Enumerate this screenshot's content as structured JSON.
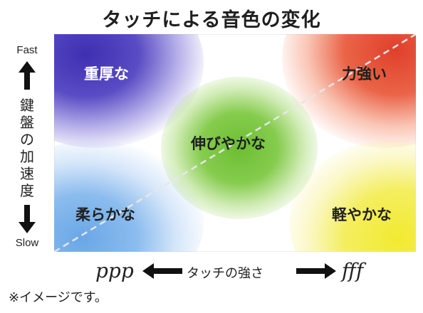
{
  "title": "タッチによる音色の変化",
  "y_axis": {
    "top_label": "Fast",
    "bottom_label": "Slow",
    "title_chars": [
      "鍵",
      "盤",
      "の",
      "加",
      "速",
      "度"
    ]
  },
  "x_axis": {
    "left_label": "ppp",
    "title": "タッチの強さ",
    "right_label": "fff"
  },
  "regions": [
    {
      "id": "heavy",
      "label": "重厚な",
      "color": "#3d2fb0"
    },
    {
      "id": "strong",
      "label": "力強い",
      "color": "#e0402a"
    },
    {
      "id": "free",
      "label": "伸びやかな",
      "color": "#6cbe33"
    },
    {
      "id": "soft",
      "label": "柔らかな",
      "color": "#6aa7e6"
    },
    {
      "id": "light",
      "label": "軽やかな",
      "color": "#f2ea30"
    }
  ],
  "note": "※イメージです。"
}
